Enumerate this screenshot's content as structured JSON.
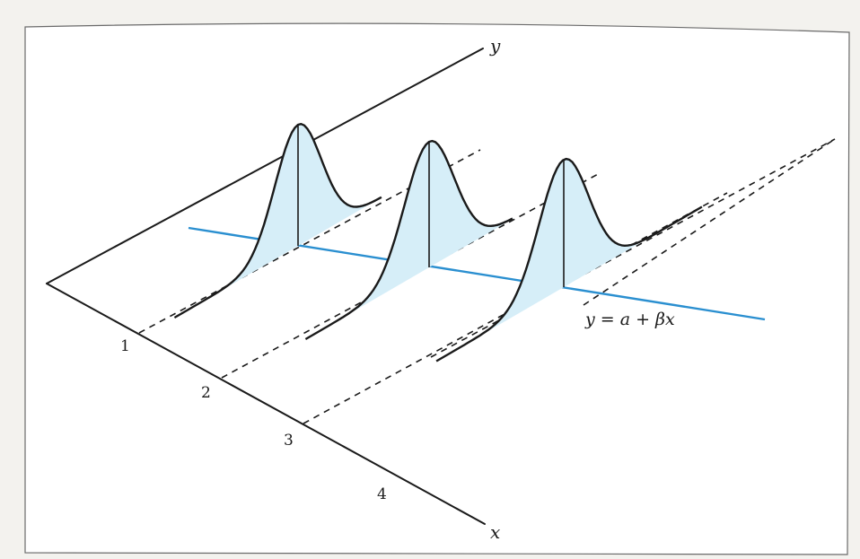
{
  "axes": {
    "x_label": "x",
    "y_label": "y"
  },
  "ticks": [
    "1",
    "2",
    "3",
    "4"
  ],
  "regression": {
    "equation": "y = a + βx",
    "color": "#2a8fd0"
  },
  "distributions": [
    {
      "x": 1
    },
    {
      "x": 2
    },
    {
      "x": 3
    }
  ],
  "colors": {
    "fill": "#d6eef8",
    "line": "#1a1a1a",
    "regression": "#2a8fd0"
  }
}
